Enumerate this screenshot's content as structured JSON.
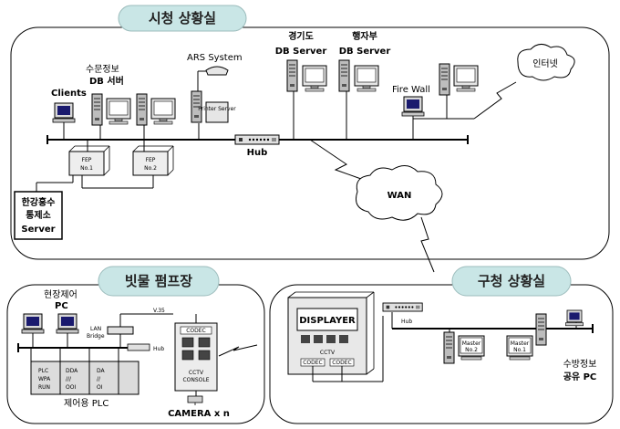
{
  "titles": {
    "city_hall": "시청 상황실",
    "pump": "빗물 펌프장",
    "district": "구청 상황실"
  },
  "city": {
    "clients": "Clients",
    "hydro_l1": "수문정보",
    "hydro_l2": "DB 서버",
    "ars": "ARS System",
    "printer": "Printer Server",
    "gyeonggi_l1": "경기도",
    "gyeonggi_l2": "DB Server",
    "admin_l1": "행자부",
    "admin_l2": "DB Server",
    "internet": "인터넷",
    "firewall": "Fire Wall",
    "hub": "Hub",
    "fep1_l1": "FEP",
    "fep1_l2": "No.1",
    "fep2_l1": "FEP",
    "fep2_l2": "No.2",
    "han_l1": "한강홍수",
    "han_l2": "통제소",
    "han_l3": "Server"
  },
  "wan": "WAN",
  "pump": {
    "field_l1": "현장제어",
    "field_l2": "PC",
    "lan_l1": "LAN",
    "lan_l2": "Bridge",
    "v35": "V.35",
    "hub": "Hub",
    "codec": "CODEC",
    "console_l1": "CCTV",
    "console_l2": "CONSOLE",
    "camera": "CAMERA x n",
    "plc_label": "제어용 PLC",
    "plc_cols": [
      "PLC",
      "WPA",
      "RUN",
      "DDA",
      "///",
      "OOI",
      "DA",
      "//",
      "OI"
    ]
  },
  "district": {
    "displayer": "DISPLAYER",
    "cctv": "CCTV",
    "codec": "CODEC",
    "hub": "Hub",
    "master2_l1": "Master",
    "master2_l2": "No.2",
    "master1_l1": "Master",
    "master1_l2": "No.1",
    "share_l1": "수방정보",
    "share_l2": "공유 PC"
  }
}
